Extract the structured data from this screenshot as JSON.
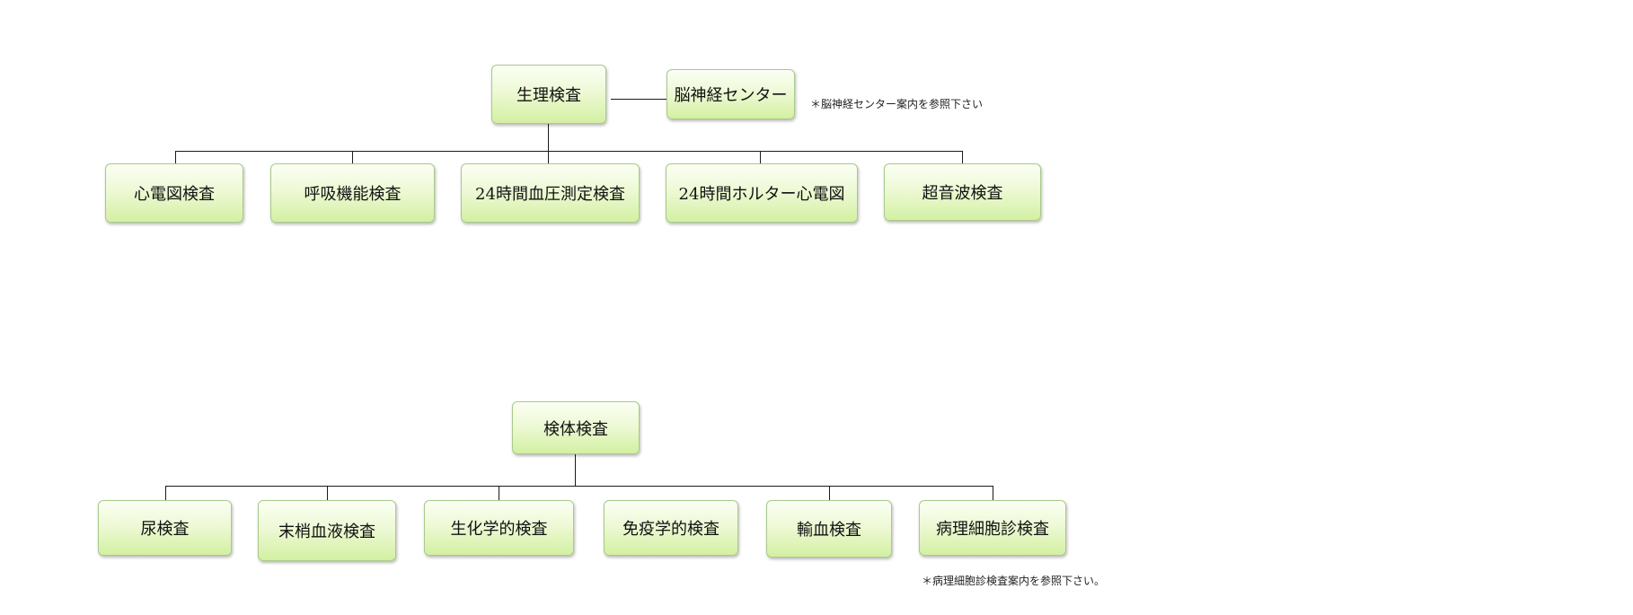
{
  "physiology": {
    "root": "生理検査",
    "side": "脳神経センター",
    "side_note": "＊脳神経センター案内を参照下さい",
    "children": [
      "心電図検査",
      "呼吸機能検査",
      "24時間血圧測定検査",
      "24時間ホルター心電図",
      "超音波検査"
    ]
  },
  "specimen": {
    "root": "検体検査",
    "children": [
      "尿検査",
      "末梢血液検査",
      "生化学的検査",
      "免疫学的検査",
      "輸血検査",
      "病理細胞診検査"
    ],
    "note": "＊病理細胞診検査案内を参照下さい。"
  }
}
